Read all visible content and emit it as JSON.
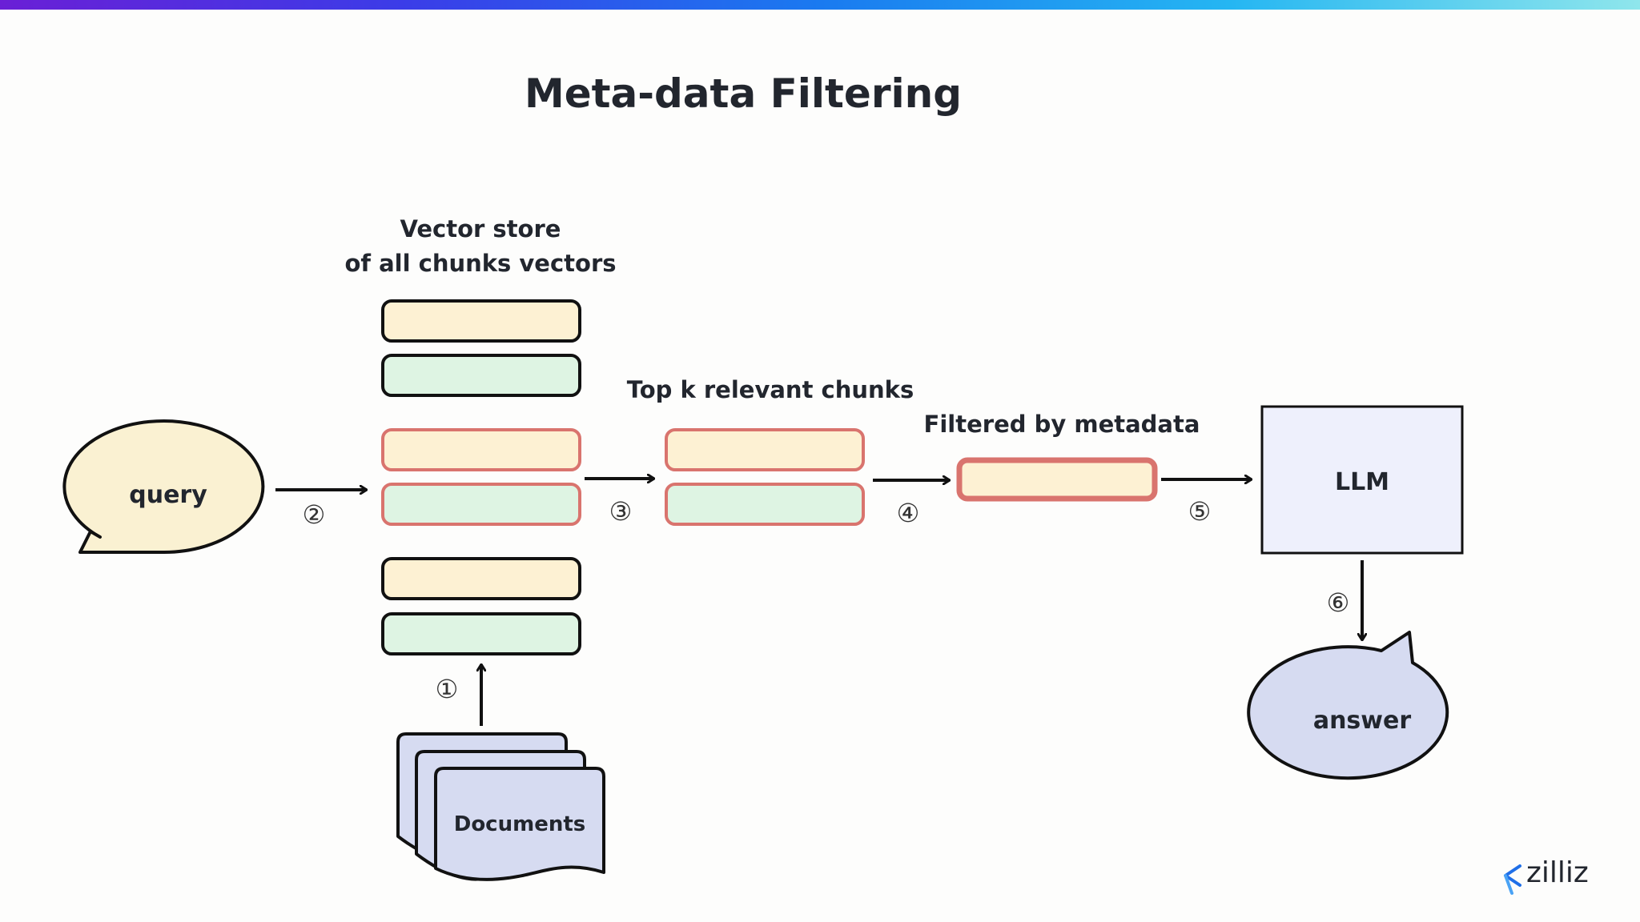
{
  "title": "Meta-data Filtering",
  "labels": {
    "vector_store_line1": "Vector store",
    "vector_store_line2": "of all chunks vectors",
    "top_k": "Top k relevant chunks",
    "filtered": "Filtered by metadata"
  },
  "nodes": {
    "query": "query",
    "llm": "LLM",
    "answer": "answer",
    "documents": "Documents"
  },
  "steps": {
    "s1": "①",
    "s2": "②",
    "s3": "③",
    "s4": "④",
    "s5": "⑤",
    "s6": "⑥"
  },
  "logo": {
    "text": "zilliz"
  },
  "colors": {
    "yellow_fill": "#fdf1d3",
    "green_fill": "#def4e3",
    "red_stroke": "#d9746e",
    "black_stroke": "#111111",
    "query_fill": "#faf1d2",
    "llm_fill": "#eef0fc",
    "answer_fill": "#d6dbf1",
    "documents_fill": "#d6dbf1",
    "logo_blue": "#1f6fe8"
  }
}
